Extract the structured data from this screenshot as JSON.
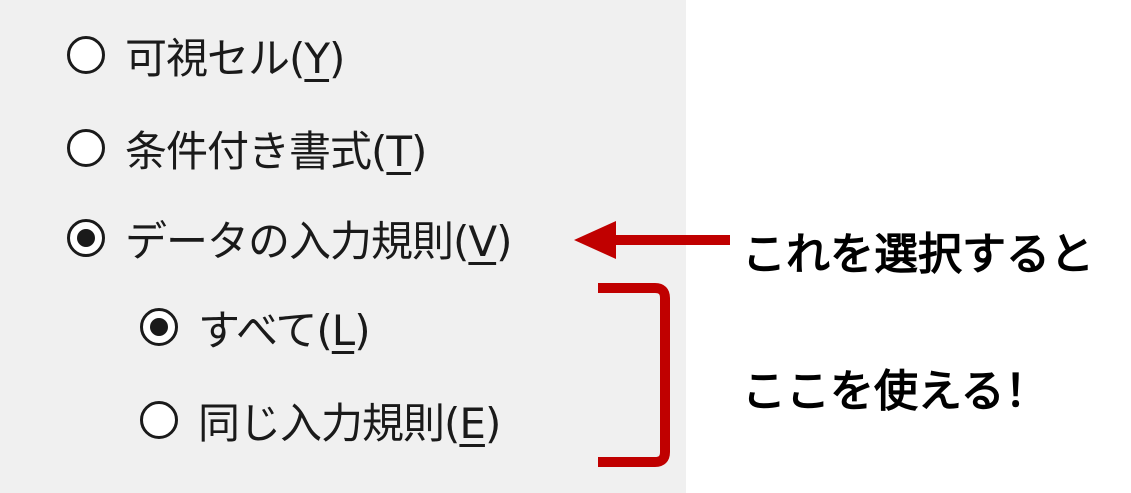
{
  "options": [
    {
      "text": "可視セル(",
      "mnemonic": "Y",
      "close": ")",
      "checked": false
    },
    {
      "text": "条件付き書式(",
      "mnemonic": "T",
      "close": ")",
      "checked": false
    },
    {
      "text": "データの入力規則(",
      "mnemonic": "V",
      "close": ")",
      "checked": true
    },
    {
      "text": "すべて(",
      "mnemonic": "L",
      "close": ")",
      "checked": true
    },
    {
      "text": "同じ入力規則(",
      "mnemonic": "E",
      "close": ")",
      "checked": false
    }
  ],
  "callouts": {
    "line1": "これを選択すると",
    "line2": "ここを使える！"
  },
  "colors": {
    "accent": "#c00000",
    "panel_bg": "#f0f0f0"
  }
}
